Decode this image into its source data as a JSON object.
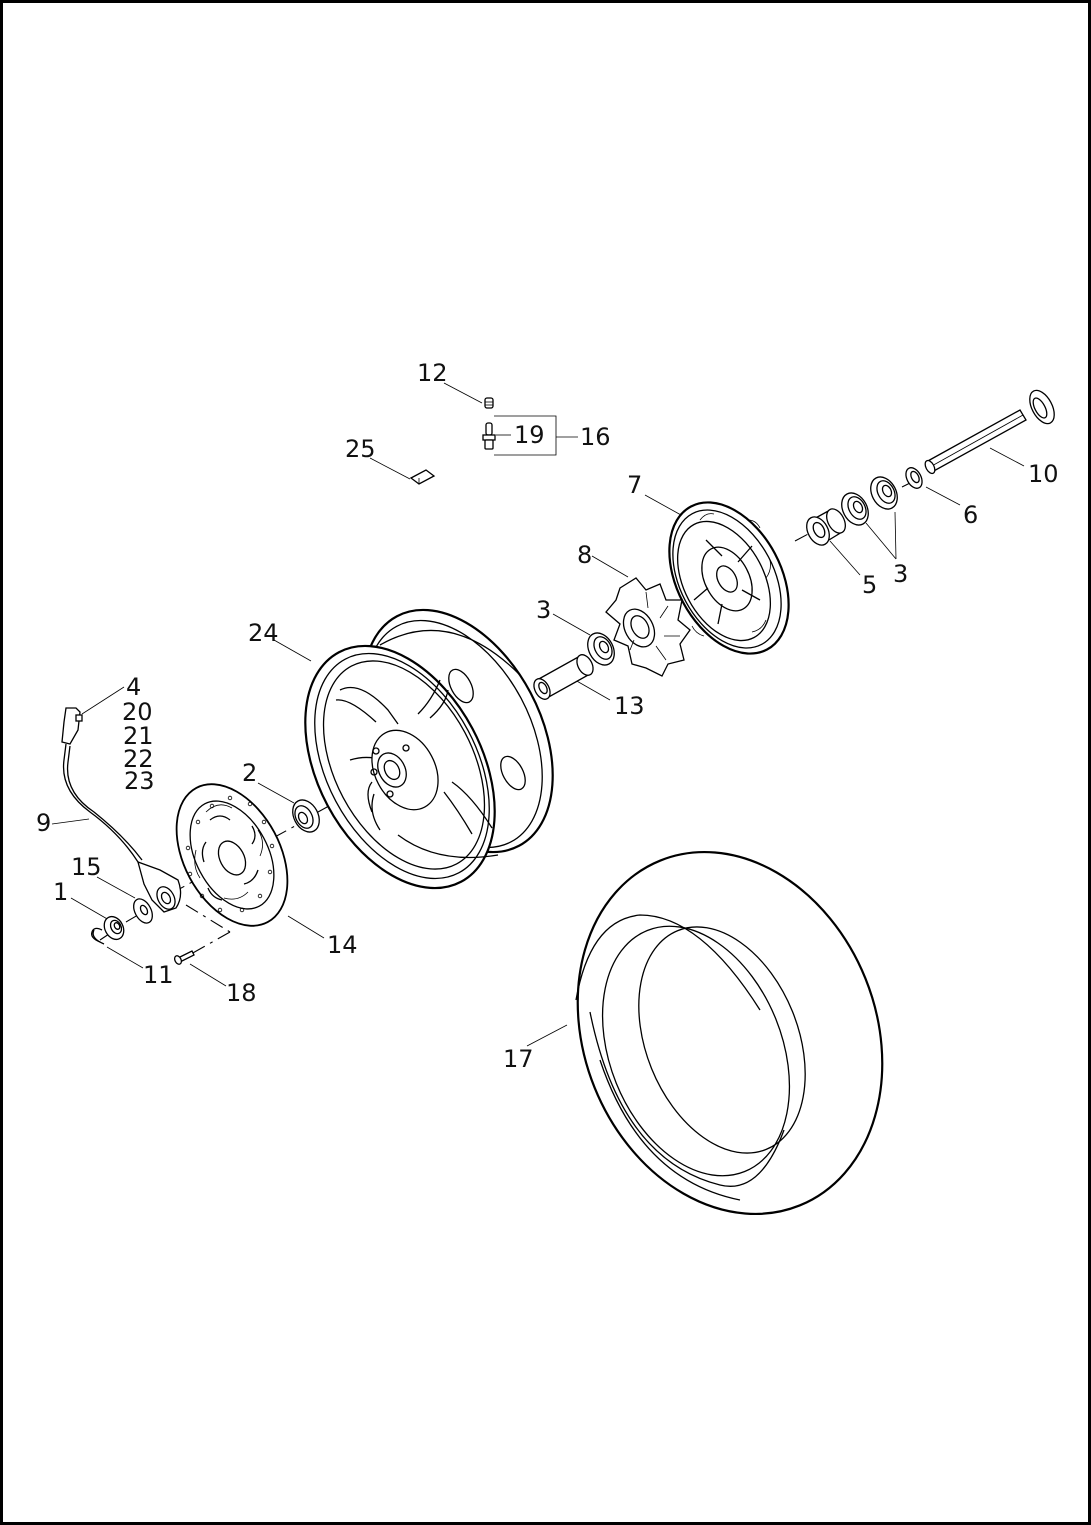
{
  "callouts": [
    {
      "id": "c12",
      "text": "12"
    },
    {
      "id": "c19",
      "text": "19"
    },
    {
      "id": "c16",
      "text": "16"
    },
    {
      "id": "c25",
      "text": "25"
    },
    {
      "id": "c10",
      "text": "10"
    },
    {
      "id": "c7",
      "text": "7"
    },
    {
      "id": "c6",
      "text": "6"
    },
    {
      "id": "c8",
      "text": "8"
    },
    {
      "id": "c5",
      "text": "5"
    },
    {
      "id": "c3a",
      "text": "3"
    },
    {
      "id": "c3b",
      "text": "3"
    },
    {
      "id": "c24",
      "text": "24"
    },
    {
      "id": "c13",
      "text": "13"
    },
    {
      "id": "c4",
      "text": "4"
    },
    {
      "id": "c20",
      "text": "20"
    },
    {
      "id": "c21",
      "text": "21"
    },
    {
      "id": "c22",
      "text": "22"
    },
    {
      "id": "c23",
      "text": "23"
    },
    {
      "id": "c2",
      "text": "2"
    },
    {
      "id": "c9",
      "text": "9"
    },
    {
      "id": "c15",
      "text": "15"
    },
    {
      "id": "c1",
      "text": "1"
    },
    {
      "id": "c14",
      "text": "14"
    },
    {
      "id": "c11",
      "text": "11"
    },
    {
      "id": "c18",
      "text": "18"
    },
    {
      "id": "c17",
      "text": "17"
    }
  ]
}
